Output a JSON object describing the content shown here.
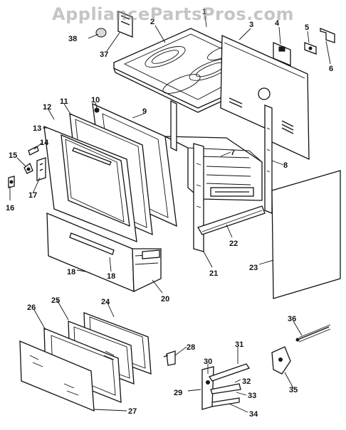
{
  "watermark": "AppliancePartsPros.com",
  "callouts": {
    "c1": "1",
    "c2": "2",
    "c3": "3",
    "c4": "4",
    "c5": "5",
    "c6": "6",
    "c7": "7",
    "c8": "8",
    "c9": "9",
    "c10": "10",
    "c11": "11",
    "c12": "12",
    "c13": "13",
    "c14": "14",
    "c15": "15",
    "c16": "16",
    "c17": "17",
    "c18a": "18",
    "c18b": "18",
    "c20": "20",
    "c21": "21",
    "c22": "22",
    "c23": "23",
    "c24": "24",
    "c25": "25",
    "c26": "26",
    "c27": "27",
    "c28": "28",
    "c29": "29",
    "c30": "30",
    "c31": "31",
    "c32": "32",
    "c33": "33",
    "c34": "34",
    "c35": "35",
    "c36": "36",
    "c37": "37",
    "c38": "38"
  }
}
